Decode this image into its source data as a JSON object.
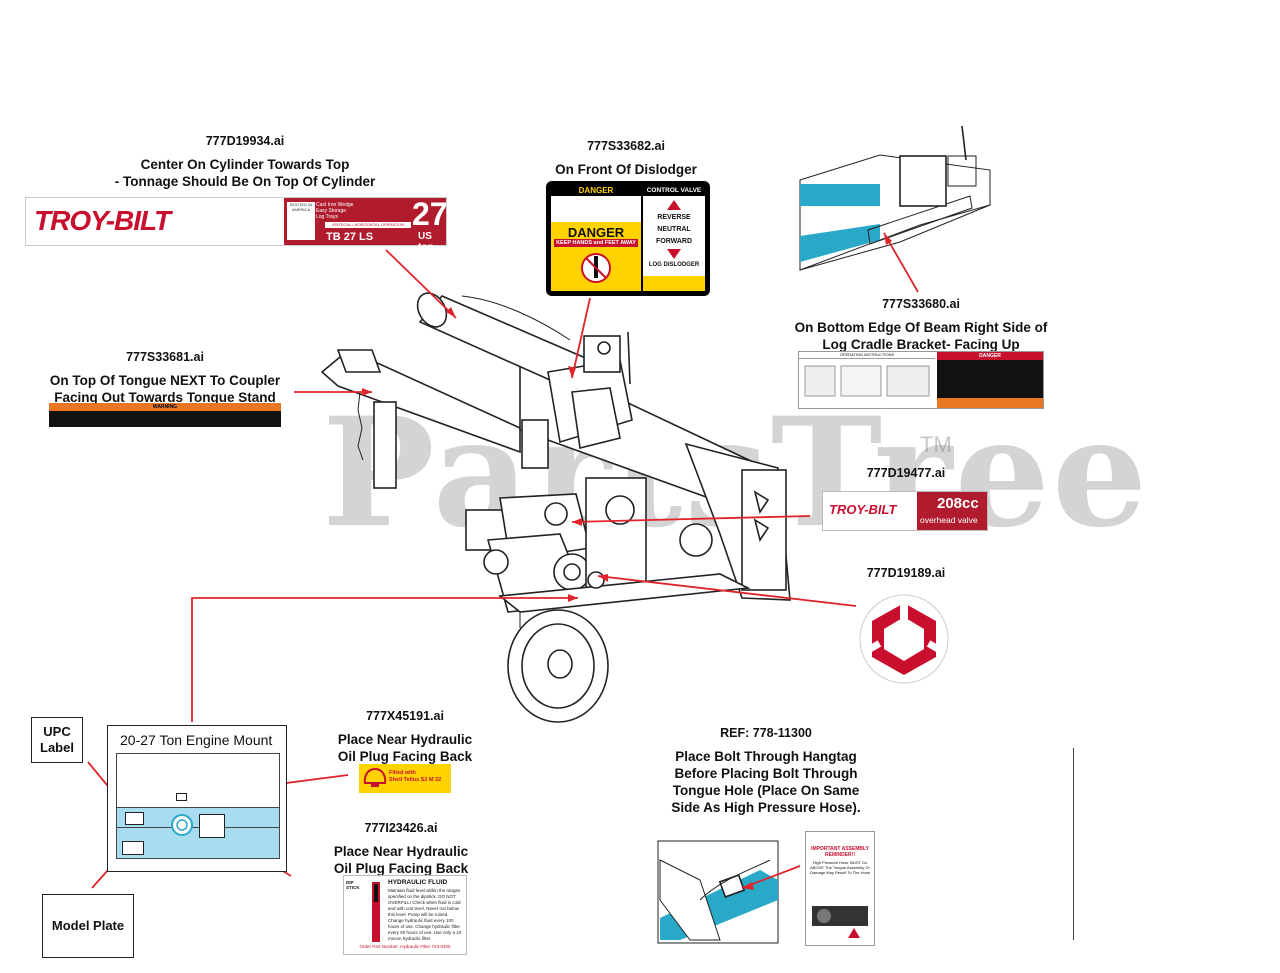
{
  "watermark": {
    "text": "PartsTree",
    "tm": "TM"
  },
  "callouts": {
    "d19934": {
      "code": "777D19934.ai",
      "line1": "Center On Cylinder Towards Top",
      "line2": "- Tonnage Should Be On Top Of Cylinder"
    },
    "s33682": {
      "code": "777S33682.ai",
      "line1": "On Front Of Dislodger"
    },
    "s33680": {
      "code": "777S33680.ai",
      "line1": "On Bottom Edge Of Beam Right Side of",
      "line2": "Log Cradle Bracket- Facing Up"
    },
    "s33681": {
      "code": "777S33681.ai",
      "line1": "On Top Of Tongue NEXT To Coupler",
      "line2": "Facing Out Towards Tongue Stand"
    },
    "d19477": {
      "code": "777D19477.ai"
    },
    "d19189": {
      "code": "777D19189.ai"
    },
    "x45191": {
      "code": "777X45191.ai",
      "line1": "Place Near Hydraulic",
      "line2": "Oil Plug Facing Back"
    },
    "i23426": {
      "code": "777I23426.ai",
      "line1": "Place Near Hydraulic",
      "line2": "Oil Plug Facing Back"
    },
    "ref": {
      "code": "REF: 778-11300",
      "line1": "Place Bolt Through Hangtag",
      "line2": "Before Placing Bolt Through",
      "line3": "Tongue Hole (Place On Same",
      "line4": "Side As High Pressure Hose)."
    }
  },
  "decals": {
    "troybilt_27": {
      "logo": "TROY-BILT",
      "rooted": "ROOTED IN AMERICA",
      "spec1": "Cast Iron Wedge",
      "spec2": "Easy Storage",
      "spec3": "Log Trays",
      "mode": "VERTICAL / HORIZONTAL OPERATION",
      "model": "TB 27 LS",
      "tons": "27",
      "unit": "US ton",
      "color": "#b01c2e"
    },
    "danger": {
      "header": "DANGER",
      "word": "DANGER",
      "keep": "KEEP HANDS and FEET AWAY",
      "control": "CONTROL VALVE",
      "reverse": "REVERSE",
      "neutral": "NEUTRAL",
      "forward": "FORWARD",
      "dislodger": "LOG DISLODGER",
      "yellow": "#ffd200"
    },
    "operating": {
      "header": "OPERATING INSTRUCTIONS",
      "danger": "DANGER"
    },
    "warning": {
      "header": "WARNING"
    },
    "troybilt_208": {
      "logo": "TROY-BILT",
      "cc": "208cc",
      "valve": "overhead valve"
    },
    "shell": {
      "line1": "Filled with",
      "line2": "Shell Tellus S2 M 32"
    },
    "hydraulic": {
      "dip": "DIP STICK",
      "title": "HYDRAULIC FLUID",
      "body": "Maintain fluid level within the ranges specified on the dipstick. DO NOT OVERFILL! Check when fluid is cold and with unit level. Never run below this level. Pump will be ruined. Change hydraulic fluid every 100 hours of use. Change hydraulic filter every 50 hours of use. Use only a 10 micron hydraulic filter",
      "order": "Order Part Number: Hydraulic Filter 723-0405"
    },
    "hangtag": {
      "title": "IMPORTANT ASSEMBLY REMINDER!!",
      "body": "High Pressure Hose MUST Go ABOVE The Tongue Assembly Or Damage May Result To The Hose"
    }
  },
  "engine_mount": {
    "title": "20-27 Ton Engine Mount",
    "upc": "UPC Label",
    "model_plate": "Model Plate"
  }
}
